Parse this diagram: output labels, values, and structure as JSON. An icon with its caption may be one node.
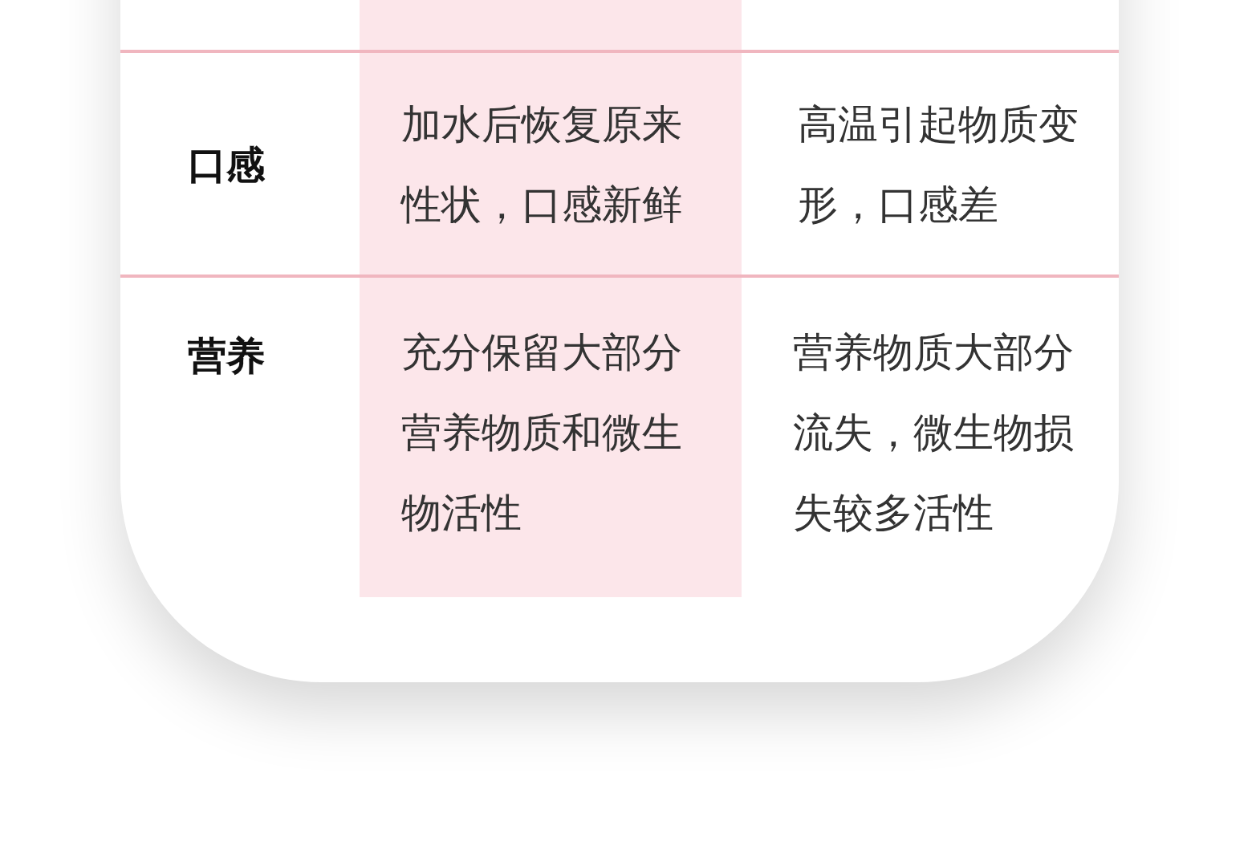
{
  "diagram": {
    "labels": [
      "口感",
      "加水后恢复原来性状，口感新鲜",
      "高温引起物质变形，口感差",
      "营养",
      "充分保留大部分营养物质和微生物活性",
      "营养物质大部分流失，微生物损失较多活性"
    ]
  }
}
